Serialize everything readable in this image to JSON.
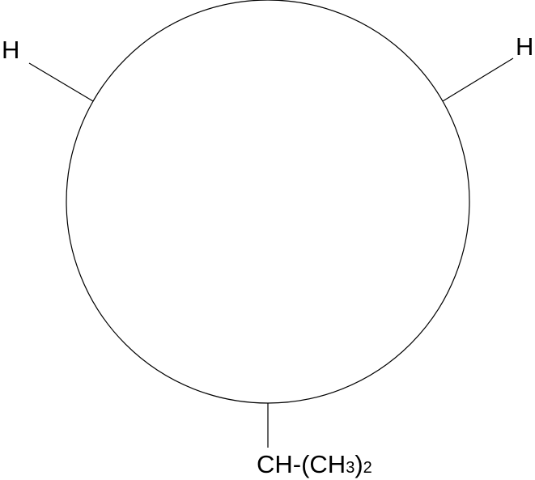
{
  "diagram": {
    "type": "newman-projection",
    "labels": {
      "left_substituent": "H",
      "right_substituent": "H",
      "bottom_main": "CH-(CH",
      "bottom_sub_1": "3",
      "bottom_close": ")",
      "bottom_sub_2": "2"
    },
    "colors": {
      "stroke": "#000000",
      "background": "#ffffff"
    }
  }
}
